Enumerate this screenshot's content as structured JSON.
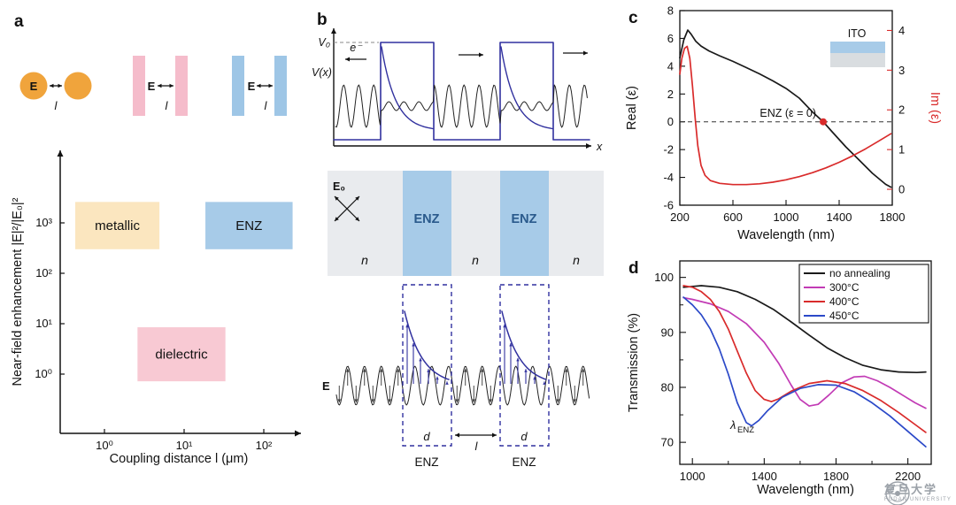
{
  "colors": {
    "orange": "#F0A43C",
    "pink": "#F5BCCB",
    "light_blue": "#9EC6E6",
    "metallic_box": "#FBE6BF",
    "enz_box": "#A7CBE8",
    "dielectric_box": "#F8C9D3",
    "navy": "#31319F",
    "red": "#D92B2B",
    "magenta": "#C23BB5",
    "blue": "#2B49C8",
    "black": "#1A1A1A",
    "gray_band": "#E9EBEE",
    "watermark_gray": "#9BA1A8"
  },
  "panels": {
    "a": {
      "label": "a",
      "pairs": [
        {
          "e": "E",
          "l": "l"
        },
        {
          "e": "E",
          "l": "l"
        },
        {
          "e": "E",
          "l": "l"
        }
      ]
    },
    "b": {
      "label": "b",
      "v0": "V₀",
      "vx": "V(x)",
      "x": "x",
      "electron": "e⁻",
      "e0": "E₀",
      "enz_left": "ENZ",
      "enz_right": "ENZ",
      "n1": "n",
      "n2": "n",
      "n3": "n",
      "e_field": "E",
      "d1": "d",
      "d2": "d",
      "l": "l",
      "enz_bottom_left": "ENZ",
      "enz_bottom_right": "ENZ"
    },
    "c": {
      "label": "c"
    },
    "d": {
      "label": "d"
    }
  },
  "chart_data": [
    {
      "id": "panel-a",
      "type": "scatter",
      "title": "",
      "xlabel": "Coupling distance l (μm)",
      "ylabel": "Near-field enhancement |E|²/|E₀|²",
      "xscale": "log",
      "yscale": "log",
      "xlim": [
        0.28,
        600
      ],
      "ylim": [
        0.45,
        8000
      ],
      "xtick_values": [
        1,
        10,
        100
      ],
      "xtick_labels": [
        "10⁰",
        "10¹",
        "10²"
      ],
      "ytick_values": [
        1,
        10,
        100,
        1000
      ],
      "ytick_labels": [
        "10⁰",
        "10¹",
        "10²",
        "10³"
      ],
      "regions": [
        {
          "label": "metallic",
          "x_range": [
            0.43,
            4.9
          ],
          "y_range": [
            300,
            2600
          ],
          "color": "#FBE6BF"
        },
        {
          "label": "ENZ",
          "x_range": [
            18.5,
            230
          ],
          "y_range": [
            300,
            2600
          ],
          "color": "#A7CBE8"
        },
        {
          "label": "dielectric",
          "x_range": [
            2.6,
            33
          ],
          "y_range": [
            0.72,
            8.5
          ],
          "color": "#F8C9D3"
        }
      ]
    },
    {
      "id": "panel-c",
      "type": "line",
      "xlabel": "Wavelength (nm)",
      "ylabel_left": "Real (ε)",
      "ylabel_right": "Im (ε)",
      "xlim": [
        200,
        1800
      ],
      "ylim_left": [
        -6,
        8
      ],
      "ylim_right": [
        -0.4,
        4.5
      ],
      "xticks": [
        200,
        600,
        1000,
        1400,
        1800
      ],
      "yticks_left": [
        8,
        6,
        4,
        2,
        0,
        -2,
        -4,
        -6
      ],
      "yticks_right": [
        4,
        3,
        2,
        1,
        0
      ],
      "grid": false,
      "zero_line": 0,
      "enz_point": {
        "wavelength": 1280,
        "value": 0,
        "label": "ENZ (ε = 0)"
      },
      "inset_label": "ITO",
      "series": [
        {
          "name": "Real(ε)",
          "axis": "left",
          "color": "#1A1A1A",
          "points": [
            [
              200,
              4.6
            ],
            [
              230,
              5.9
            ],
            [
              260,
              6.6
            ],
            [
              285,
              6.3
            ],
            [
              320,
              5.8
            ],
            [
              360,
              5.45
            ],
            [
              420,
              5.1
            ],
            [
              500,
              4.75
            ],
            [
              600,
              4.35
            ],
            [
              700,
              3.9
            ],
            [
              800,
              3.45
            ],
            [
              900,
              2.95
            ],
            [
              1000,
              2.4
            ],
            [
              1100,
              1.7
            ],
            [
              1200,
              0.7
            ],
            [
              1280,
              0
            ],
            [
              1350,
              -0.75
            ],
            [
              1450,
              -1.8
            ],
            [
              1550,
              -2.75
            ],
            [
              1650,
              -3.7
            ],
            [
              1750,
              -4.5
            ],
            [
              1790,
              -4.7
            ]
          ]
        },
        {
          "name": "Im(ε)",
          "axis": "right",
          "color": "#D92B2B",
          "points": [
            [
              200,
              2.9
            ],
            [
              215,
              3.3
            ],
            [
              235,
              3.55
            ],
            [
              255,
              3.6
            ],
            [
              275,
              3.3
            ],
            [
              295,
              2.6
            ],
            [
              315,
              1.8
            ],
            [
              335,
              1.1
            ],
            [
              360,
              0.6
            ],
            [
              390,
              0.35
            ],
            [
              430,
              0.22
            ],
            [
              500,
              0.15
            ],
            [
              600,
              0.12
            ],
            [
              700,
              0.12
            ],
            [
              800,
              0.14
            ],
            [
              900,
              0.18
            ],
            [
              1000,
              0.24
            ],
            [
              1100,
              0.32
            ],
            [
              1200,
              0.42
            ],
            [
              1300,
              0.54
            ],
            [
              1400,
              0.68
            ],
            [
              1500,
              0.84
            ],
            [
              1600,
              1.02
            ],
            [
              1700,
              1.22
            ],
            [
              1790,
              1.4
            ]
          ]
        }
      ]
    },
    {
      "id": "panel-d",
      "type": "line",
      "xlabel": "Wavelength (nm)",
      "ylabel": "Transmission (%)",
      "xlim": [
        930,
        2330
      ],
      "ylim": [
        66,
        103
      ],
      "xticks": [
        1000,
        1400,
        1800,
        2200
      ],
      "xticks_minor": [
        1200,
        1600,
        2000
      ],
      "yticks": [
        70,
        80,
        90,
        100
      ],
      "yticks_minor": [
        75,
        85,
        95
      ],
      "grid": false,
      "legend_position": "top-right",
      "annotation": {
        "symbol": "λ",
        "subscript": "ENZ"
      },
      "series": [
        {
          "name": "no annealing",
          "color": "#1A1A1A",
          "points": [
            [
              950,
              98.2
            ],
            [
              1050,
              98.5
            ],
            [
              1150,
              98.2
            ],
            [
              1250,
              97.4
            ],
            [
              1350,
              96.0
            ],
            [
              1450,
              94.2
            ],
            [
              1550,
              91.9
            ],
            [
              1650,
              89.5
            ],
            [
              1750,
              87.2
            ],
            [
              1850,
              85.4
            ],
            [
              1950,
              84.0
            ],
            [
              2050,
              83.2
            ],
            [
              2150,
              82.8
            ],
            [
              2250,
              82.7
            ],
            [
              2300,
              82.8
            ]
          ]
        },
        {
          "name": "300°C",
          "color": "#C23BB5",
          "points": [
            [
              950,
              96.3
            ],
            [
              1000,
              96.0
            ],
            [
              1100,
              95.2
            ],
            [
              1200,
              93.8
            ],
            [
              1300,
              91.6
            ],
            [
              1400,
              88.2
            ],
            [
              1480,
              84.4
            ],
            [
              1550,
              80.4
            ],
            [
              1600,
              77.8
            ],
            [
              1650,
              76.6
            ],
            [
              1700,
              76.9
            ],
            [
              1760,
              78.6
            ],
            [
              1830,
              80.8
            ],
            [
              1900,
              81.9
            ],
            [
              1960,
              82.0
            ],
            [
              2030,
              81.2
            ],
            [
              2100,
              80.0
            ],
            [
              2170,
              78.6
            ],
            [
              2240,
              77.2
            ],
            [
              2300,
              76.2
            ]
          ]
        },
        {
          "name": "400°C",
          "color": "#D92B2B",
          "points": [
            [
              950,
              98.5
            ],
            [
              1000,
              98.2
            ],
            [
              1050,
              97.4
            ],
            [
              1100,
              96.0
            ],
            [
              1150,
              93.8
            ],
            [
              1200,
              90.6
            ],
            [
              1250,
              86.6
            ],
            [
              1300,
              82.6
            ],
            [
              1350,
              79.4
            ],
            [
              1400,
              77.8
            ],
            [
              1440,
              77.4
            ],
            [
              1480,
              77.9
            ],
            [
              1550,
              79.3
            ],
            [
              1650,
              80.7
            ],
            [
              1750,
              81.2
            ],
            [
              1850,
              80.7
            ],
            [
              1950,
              79.4
            ],
            [
              2050,
              77.6
            ],
            [
              2150,
              75.4
            ],
            [
              2250,
              73.0
            ],
            [
              2300,
              71.8
            ]
          ]
        },
        {
          "name": "450°C",
          "color": "#2B49C8",
          "points": [
            [
              950,
              96.4
            ],
            [
              1000,
              95.0
            ],
            [
              1050,
              93.2
            ],
            [
              1100,
              90.6
            ],
            [
              1150,
              87.0
            ],
            [
              1200,
              82.4
            ],
            [
              1250,
              77.2
            ],
            [
              1300,
              73.6
            ],
            [
              1330,
              73.0
            ],
            [
              1370,
              74.0
            ],
            [
              1420,
              75.8
            ],
            [
              1500,
              78.2
            ],
            [
              1600,
              79.8
            ],
            [
              1700,
              80.5
            ],
            [
              1800,
              80.4
            ],
            [
              1900,
              79.2
            ],
            [
              2000,
              77.2
            ],
            [
              2100,
              74.8
            ],
            [
              2200,
              72.0
            ],
            [
              2300,
              69.2
            ]
          ]
        }
      ]
    }
  ],
  "watermark": {
    "cn": "复旦大学",
    "en": "FUDAN UNIVERSITY"
  }
}
